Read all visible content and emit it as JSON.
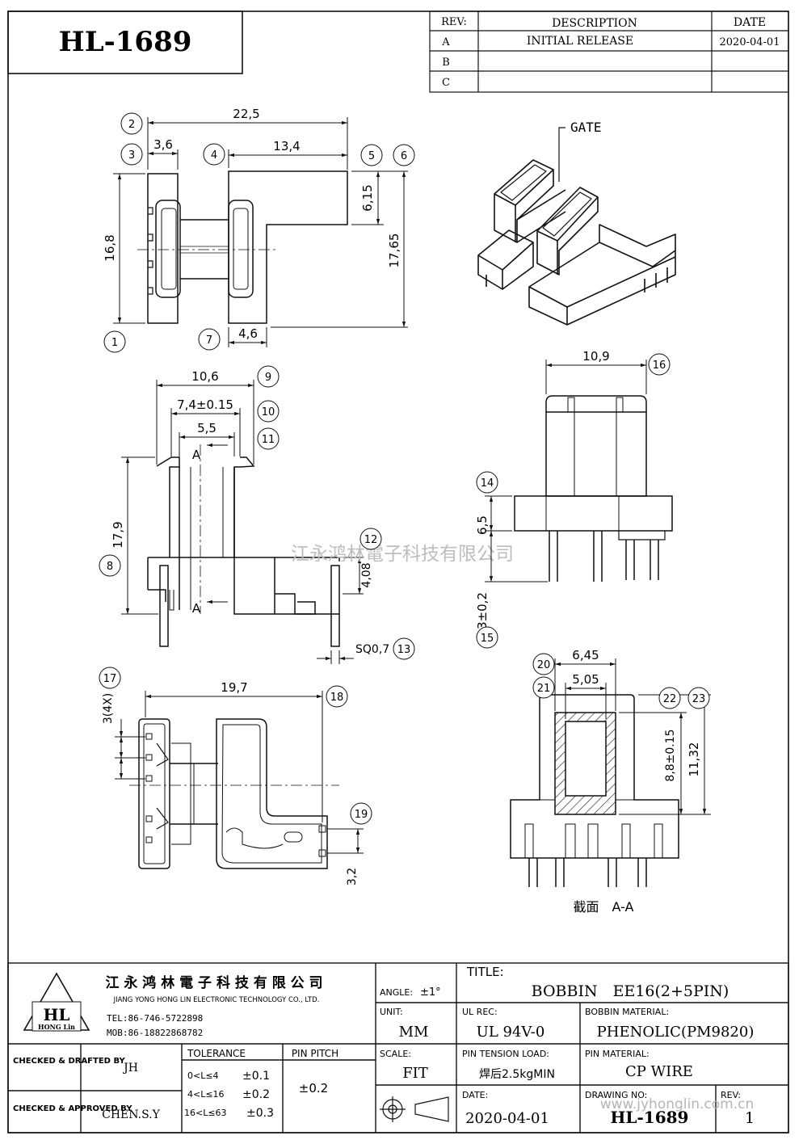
{
  "part_number": "HL-1689",
  "revision_table": {
    "headers": [
      "REV:",
      "DESCRIPTION",
      "DATE"
    ],
    "rows": [
      {
        "rev": "A",
        "description": "INITIAL RELEASE",
        "date": "2020-04-01"
      },
      {
        "rev": "B",
        "description": "",
        "date": ""
      },
      {
        "rev": "C",
        "description": "",
        "date": ""
      }
    ]
  },
  "drawing": {
    "gate_label": "GATE",
    "dims": {
      "d22_5": "22,5",
      "d3_6": "3,6",
      "d13_4": "13,4",
      "d6_15": "6,15",
      "d16_8": "16,8",
      "d17_65": "17,65",
      "d4_6": "4,6",
      "d10_6": "10,6",
      "d7_4": "7,4±0.15",
      "d5_5": "5,5",
      "d17_9": "17,9",
      "d4_08": "4,08",
      "sq": "SQ0,7",
      "d10_9": "10,9",
      "d6_5": "6,5",
      "d3_02": "3±0,2",
      "d19_7": "19,7",
      "d3_4x": "3(4X)",
      "d3_2": "3,2",
      "d6_45": "6,45",
      "d5_05": "5,05",
      "d8_8": "8,8±0.15",
      "d11_32": "11,32"
    },
    "balloons": [
      "1",
      "2",
      "3",
      "4",
      "5",
      "6",
      "7",
      "8",
      "9",
      "10",
      "11",
      "12",
      "13",
      "14",
      "15",
      "16",
      "17",
      "18",
      "19",
      "20",
      "21",
      "22",
      "23"
    ],
    "section_mark": "A",
    "section_caption": "截面　A-A",
    "watermark": "江永鸿林電子科技有限公司"
  },
  "title_block": {
    "company_cn": "江 永 鸿 林 電 子 科 技 有 限 公 司",
    "company_en": "JIANG YONG HONG LIN ELECTRONIC TECHNOLOGY CO., LTD.",
    "logo_text": "HL",
    "logo_sub": "HONG Lin",
    "tel": "TEL:86-746-5722898",
    "mob": "MOB:86-18822868782",
    "angle_label": "ANGLE:",
    "angle_value": "±1°",
    "title_label": "TITLE:",
    "title_value": "BOBBIN　EE16(2+5PIN)",
    "unit_label": "UNIT:",
    "unit_value": "MM",
    "ul_label": "UL REC:",
    "ul_value": "UL 94V-0",
    "material_label": "BOBBIN MATERIAL:",
    "material_value": "PHENOLIC(PM9820)",
    "checked_drafted_label": "CHECKED & DRAFTED BY",
    "checked_drafted_value": "JH",
    "checked_approved_label": "CHECKED & APPROVED BY",
    "checked_approved_value": "CHEN.S.Y",
    "tolerance_label": "TOLERANCE",
    "tolerance_rows": [
      {
        "range": "0<L≤4",
        "value": "±0.1"
      },
      {
        "range": "4<L≤16",
        "value": "±0.2"
      },
      {
        "range": "16<L≤63",
        "value": "±0.3"
      }
    ],
    "pin_pitch_label": "PIN PITCH",
    "pin_pitch_value": "±0.2",
    "scale_label": "SCALE:",
    "scale_value": "FIT",
    "pin_tension_label": "PIN TENSION LOAD:",
    "pin_tension_value": "焊后2.5kgMIN",
    "pin_material_label": "PIN MATERIAL:",
    "pin_material_value": "CP WIRE",
    "date_label": "DATE:",
    "date_value": "2020-04-01",
    "drawing_no_label": "DRAWING NO:",
    "drawing_no_value": "HL-1689",
    "rev_label": "REV:",
    "rev_value": "1",
    "website": "www.jyhonglin.com.cn"
  }
}
